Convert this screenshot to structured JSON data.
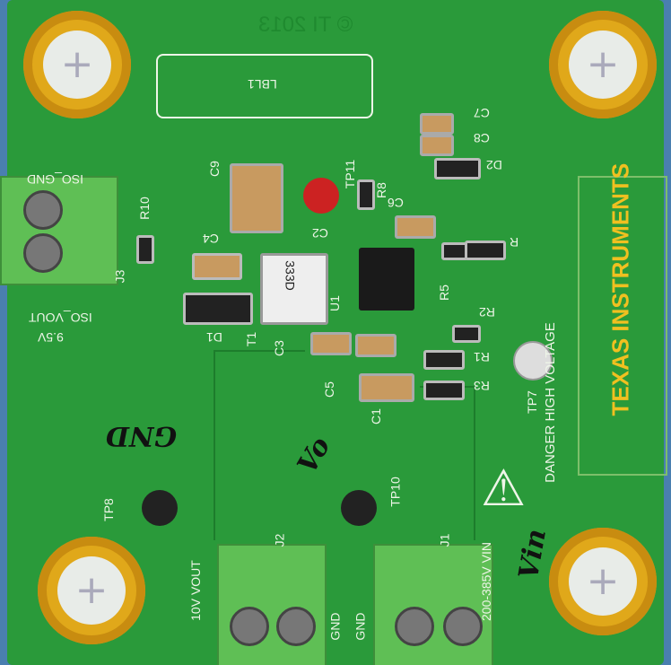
{
  "board": {
    "copyright": "© TI 2013",
    "label_box": "LBL1",
    "logo": "TEXAS INSTRUMENTS",
    "warning": "DANGER HIGH VOLTAGE",
    "transformer_marking": "333D",
    "components": {
      "c7": "C7",
      "c8": "C8",
      "d2": "D2",
      "c9": "C9",
      "tp11": "TP11",
      "r10": "R10",
      "c4": "C4",
      "c2": "C2",
      "r8": "R8",
      "c6": "C6",
      "r": "R",
      "j3": "J3",
      "u1": "U1",
      "r5": "R5",
      "r2": "R2",
      "d1": "D1",
      "t1": "T1",
      "c3": "C3",
      "r1": "R1",
      "r3": "R3",
      "tp7": "TP7",
      "c5": "C5",
      "c1": "C1",
      "tp8": "TP8",
      "tp10": "TP10",
      "j2": "J2",
      "j1": "J1"
    },
    "connectors": {
      "iso_gnd": "ISO_GND",
      "iso_vout": "ISO_VOUT",
      "iso_voltage": "9.5V",
      "vout": "10V VOUT",
      "gnd_out": "GND",
      "gnd_in": "GND",
      "vin": "200-385V VIN"
    },
    "handwriting": {
      "gnd": "GND",
      "vo": "Vo",
      "vin": "Vin"
    }
  }
}
